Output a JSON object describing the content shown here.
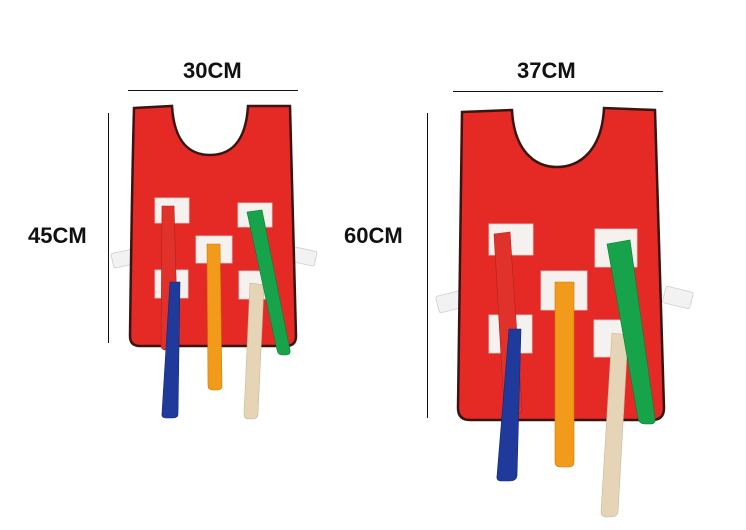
{
  "dimensions": {
    "small_vest": {
      "width_label": "30CM",
      "height_label": "45CM"
    },
    "large_vest": {
      "width_label": "37CM",
      "height_label": "60CM"
    }
  },
  "colors": {
    "vest_red": "#e52a26",
    "vest_trim": "#3a1412",
    "patch_white": "#f4f1ef",
    "tab_white": "#f2f2f2",
    "strap_red": "#e0322a",
    "strap_blue": "#1f3a9a",
    "strap_orange": "#f29a1a",
    "strap_cream": "#e5d4b6",
    "strap_green": "#16a34a"
  }
}
